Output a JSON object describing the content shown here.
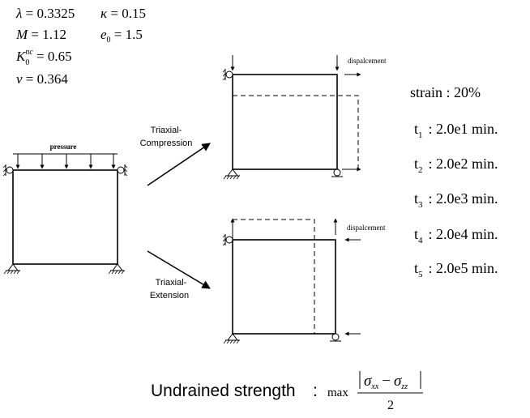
{
  "params": {
    "lambda": {
      "symbol": "λ",
      "value": "0.3325"
    },
    "kappa": {
      "symbol": "κ",
      "value": "0.15"
    },
    "M": {
      "symbol": "M",
      "value": "1.12"
    },
    "e0": {
      "symbol": "e",
      "sub": "0",
      "value": "1.5"
    },
    "K0nc": {
      "symbol": "K",
      "sub": "0",
      "sup": "nc",
      "value": "0.65"
    },
    "nu": {
      "symbol": "ν",
      "value": "0.364"
    }
  },
  "model": {
    "pressure_label": "pressure"
  },
  "compression": {
    "label_line1": "Triaxial-",
    "label_line2": "Compression",
    "displacement_label": "dispalcement"
  },
  "extension": {
    "label_line1": "Triaxial-",
    "label_line2": "Extension",
    "displacement_label": "dispalcement"
  },
  "strain": {
    "label": "strain : 20%"
  },
  "times": [
    {
      "sub": "1",
      "value": ": 2.0e1 min."
    },
    {
      "sub": "2",
      "value": ": 2.0e2 min."
    },
    {
      "sub": "3",
      "value": ": 2.0e3 min."
    },
    {
      "sub": "4",
      "value": ": 2.0e4 min."
    },
    {
      "sub": "5",
      "value": ": 2.0e5 min."
    }
  ],
  "formula": {
    "label": "Undrained strength",
    "colon": ":",
    "max": "max",
    "sigma": "σ",
    "sub_xx": "xx",
    "sub_zz": "zz",
    "minus": "−",
    "denominator": "2"
  }
}
